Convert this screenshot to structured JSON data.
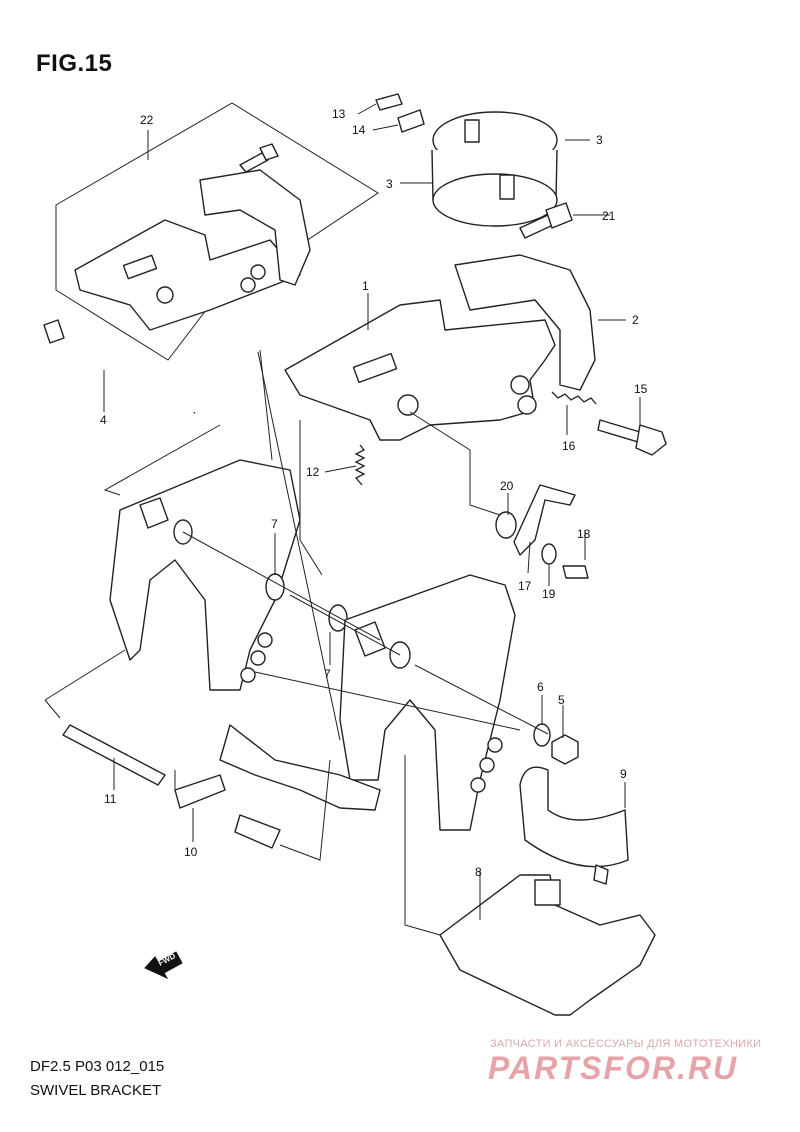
{
  "figure": {
    "title": "FIG.15"
  },
  "footer": {
    "code": "DF2.5 P03 012_015",
    "name": "SWIVEL BRACKET"
  },
  "watermark": {
    "subtitle": "ЗАПЧАСТИ И АКСЕССУАРЫ ДЛЯ МОТОТЕХНИКИ",
    "logo": "PARTSFOR.RU"
  },
  "fwd_arrow": {
    "label": "FWD"
  },
  "callouts": [
    "1",
    "2",
    "3",
    "3",
    "4",
    "5",
    "6",
    "7",
    "7",
    "8",
    "9",
    "10",
    "11",
    "12",
    "13",
    "14",
    "15",
    "16",
    "17",
    "18",
    "19",
    "20",
    "21",
    "22"
  ]
}
